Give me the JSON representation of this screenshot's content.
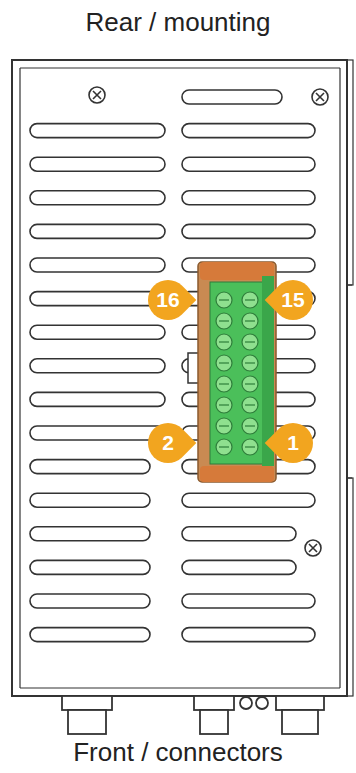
{
  "diagram": {
    "labels": [
      "Rear / mounting",
      "16",
      "15",
      "2",
      "1",
      "Front / connectors"
    ]
  }
}
